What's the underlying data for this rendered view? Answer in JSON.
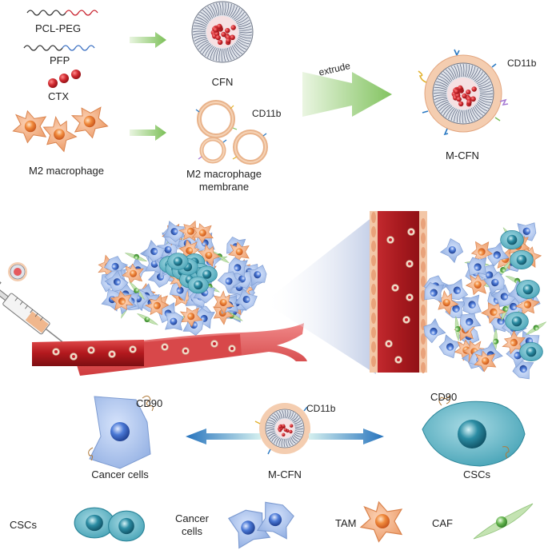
{
  "materials": {
    "pcl_peg": "PCL-PEG",
    "pfp": "PFP",
    "ctx": "CTX",
    "m2_macrophage": "M2 macrophage"
  },
  "nanoparticles": {
    "cfn": "CFN",
    "membrane_line1": "M2 macrophage",
    "membrane_line2": "membrane",
    "cd11b": "CD11b",
    "extrude": "extrude",
    "m_cfn": "M-CFN",
    "m_cfn_cd11b": "CD11b"
  },
  "targeting": {
    "cd90_left": "CD90",
    "cancer_cells": "Cancer cells",
    "center_label": "M-CFN",
    "center_cd11b": "CD11b",
    "cd90_right": "CD90",
    "cscs": "CSCs"
  },
  "legend": {
    "cscs": "CSCs",
    "cancer_line1": "Cancer",
    "cancer_line2": "cells",
    "tam": "TAM",
    "caf": "CAF"
  },
  "colors": {
    "red_np": "#c8202c",
    "macrophage": "#f0a276",
    "macrophage_nucleus": "#e8702a",
    "cancer_cell": "#a9c1e8",
    "cancer_nucleus": "#2e58b8",
    "csc": "#54aec0",
    "csc_nucleus": "#1b6f86",
    "caf": "#b6dba2",
    "vessel": "#c52d33",
    "arrow_green": "#7cc058",
    "arrow_blue": "#2b79c2"
  }
}
